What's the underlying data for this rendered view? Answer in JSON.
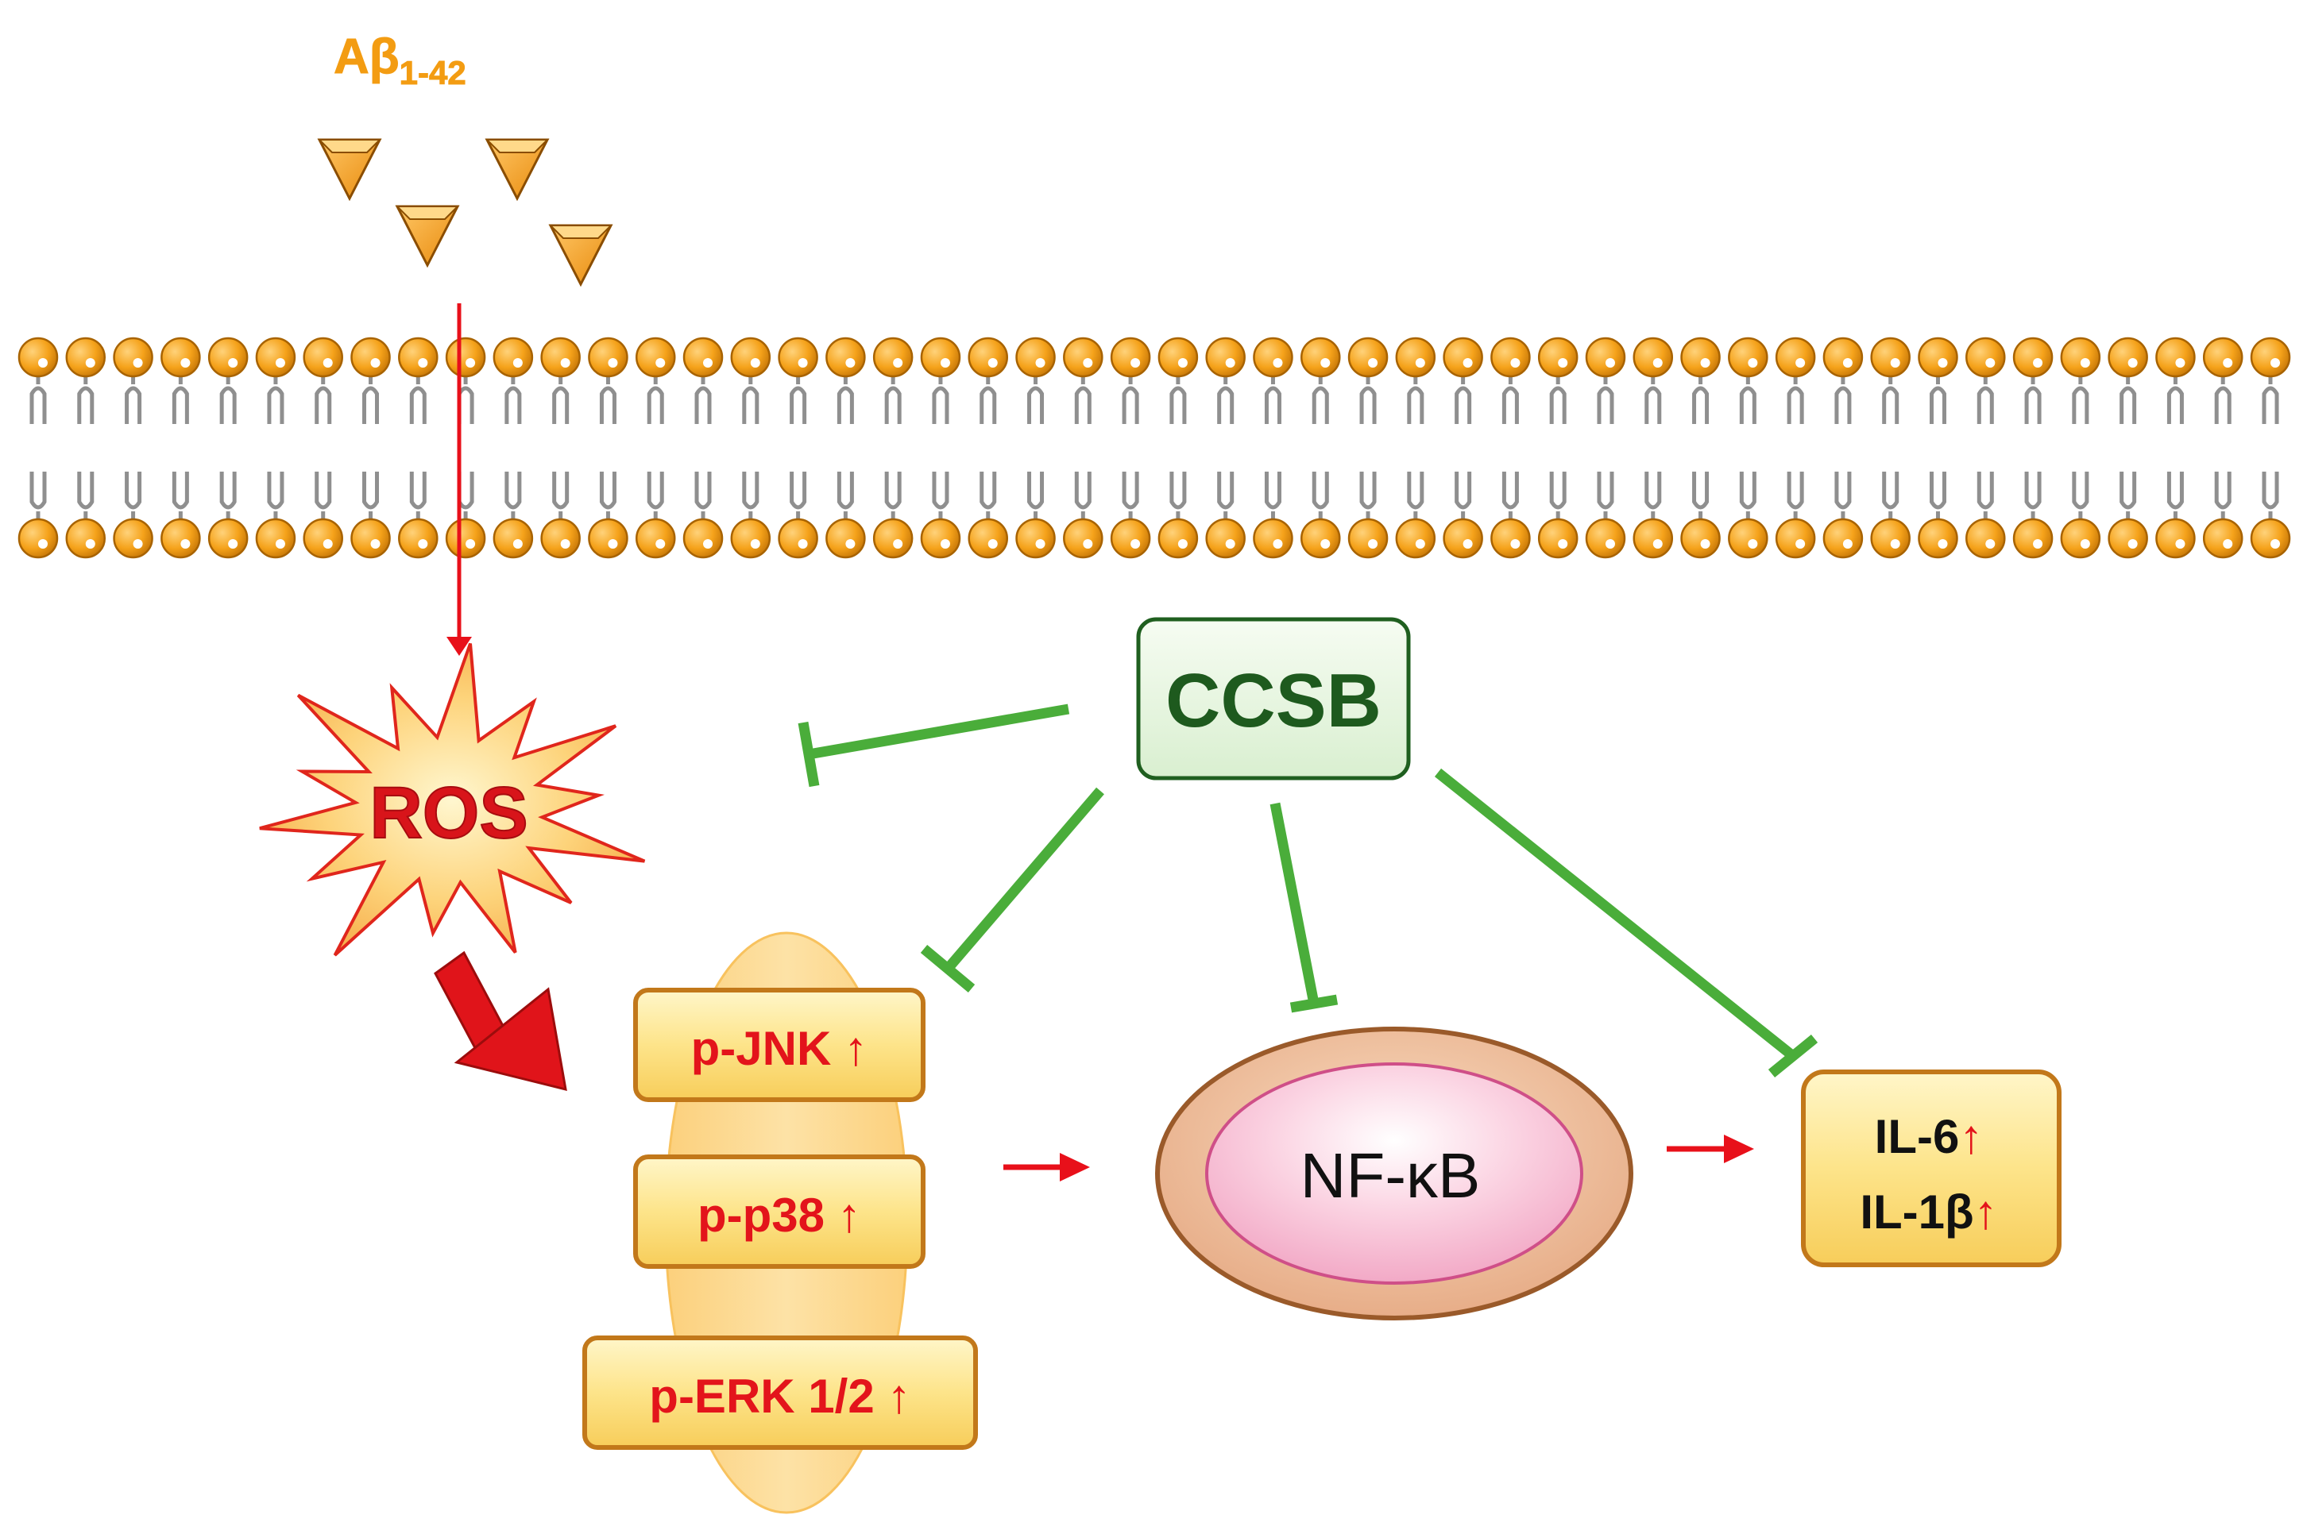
{
  "ligand": {
    "label": "Aβ",
    "subscript": "1-42"
  },
  "membrane": {
    "lipid_count": 48
  },
  "ros": {
    "label": "ROS"
  },
  "ccsb": {
    "label": "CCSB"
  },
  "mapk": {
    "jnk": {
      "label": "p-JNK",
      "arrow": "↑"
    },
    "p38": {
      "label": "p-p38",
      "arrow": "↑"
    },
    "erk": {
      "label": "p-ERK 1/2",
      "arrow": "↑"
    }
  },
  "nfkb": {
    "label": "NF-κB"
  },
  "cytokines": {
    "il6": {
      "label": "IL-6",
      "arrow": "↑"
    },
    "il1b": {
      "label": "IL-1β",
      "arrow": "↑"
    }
  },
  "colors": {
    "orange": "#f39c12",
    "activation_red": "#e8101a",
    "inhibition_green": "#4aad3a",
    "ccsb_text": "#1e5a1e",
    "ccsb_fill": "#e7f5e1",
    "box_fill": "#fde48a",
    "label_red": "#e3141b"
  }
}
